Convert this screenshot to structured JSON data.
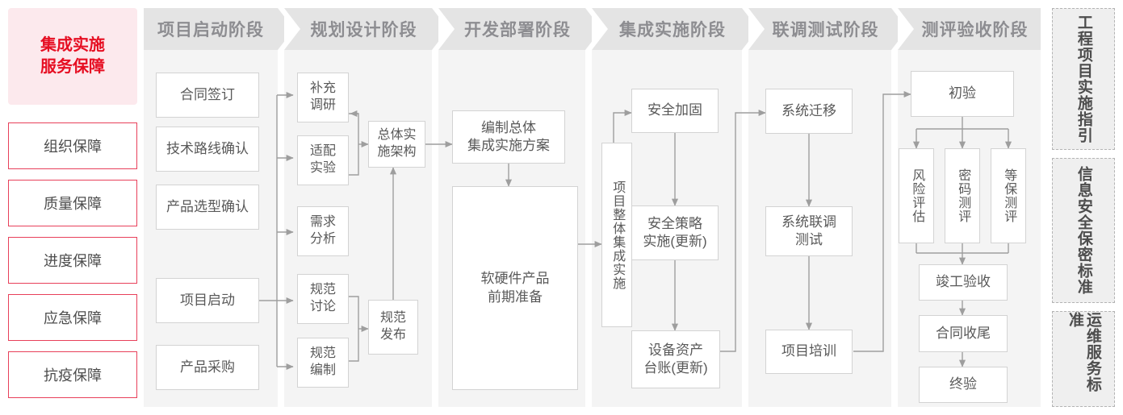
{
  "left_panel": {
    "title": "集成实施\n服务保障",
    "title_line1": "集成实施",
    "title_line2": "服务保障",
    "items": [
      {
        "label": "组织保障"
      },
      {
        "label": "质量保障"
      },
      {
        "label": "进度保障"
      },
      {
        "label": "应急保障"
      },
      {
        "label": "抗疫保障"
      }
    ]
  },
  "phases": [
    {
      "header": "项目启动阶段",
      "nodes": [
        {
          "label": "合同签订"
        },
        {
          "label": "技术路线确认"
        },
        {
          "label": "产品选型确认"
        },
        {
          "label": "项目启动"
        },
        {
          "label": "产品采购"
        }
      ]
    },
    {
      "header": "规划设计阶段",
      "nodes": [
        {
          "label": "补充\n调研"
        },
        {
          "label": "适配\n实验"
        },
        {
          "label": "需求\n分析"
        },
        {
          "label": "规范\n讨论"
        },
        {
          "label": "规范\n编制"
        },
        {
          "label": "总体实\n施架构"
        },
        {
          "label": "规范\n发布"
        }
      ]
    },
    {
      "header": "开发部署阶段",
      "nodes": [
        {
          "label": "编制总体\n集成实施方案"
        },
        {
          "label": "软硬件产品\n前期准备"
        }
      ]
    },
    {
      "header": "集成实施阶段",
      "nodes": [
        {
          "label": "项目整体集成实施"
        },
        {
          "label": "安全加固"
        },
        {
          "label": "安全策略\n实施(更新)"
        },
        {
          "label": "设备资产\n台账(更新)"
        }
      ]
    },
    {
      "header": "联调测试阶段",
      "nodes": [
        {
          "label": "系统迁移"
        },
        {
          "label": "系统联调\n测试"
        },
        {
          "label": "项目培训"
        }
      ]
    },
    {
      "header": "测评验收阶段",
      "nodes": [
        {
          "label": "初验"
        },
        {
          "label": "风险评估"
        },
        {
          "label": "密码测评"
        },
        {
          "label": "等保测评"
        },
        {
          "label": "竣工验收"
        },
        {
          "label": "合同收尾"
        },
        {
          "label": "终验"
        }
      ]
    }
  ],
  "right_panel": {
    "boxes": [
      {
        "label": "工程项目实施指引"
      },
      {
        "label": "信息安全保密标准"
      },
      {
        "label": "运维服务标准"
      }
    ]
  },
  "colors": {
    "brand_red": "#e60e22",
    "brand_red_border": "#e8405a",
    "brand_pink_bg": "#fce9ed",
    "header_gray": "#e4e4e4",
    "body_gray": "#f4f4f4",
    "node_border": "#d3d3d3",
    "text_gray": "#595959",
    "header_text": "#8d8d91",
    "wire": "#9e9e9e"
  }
}
